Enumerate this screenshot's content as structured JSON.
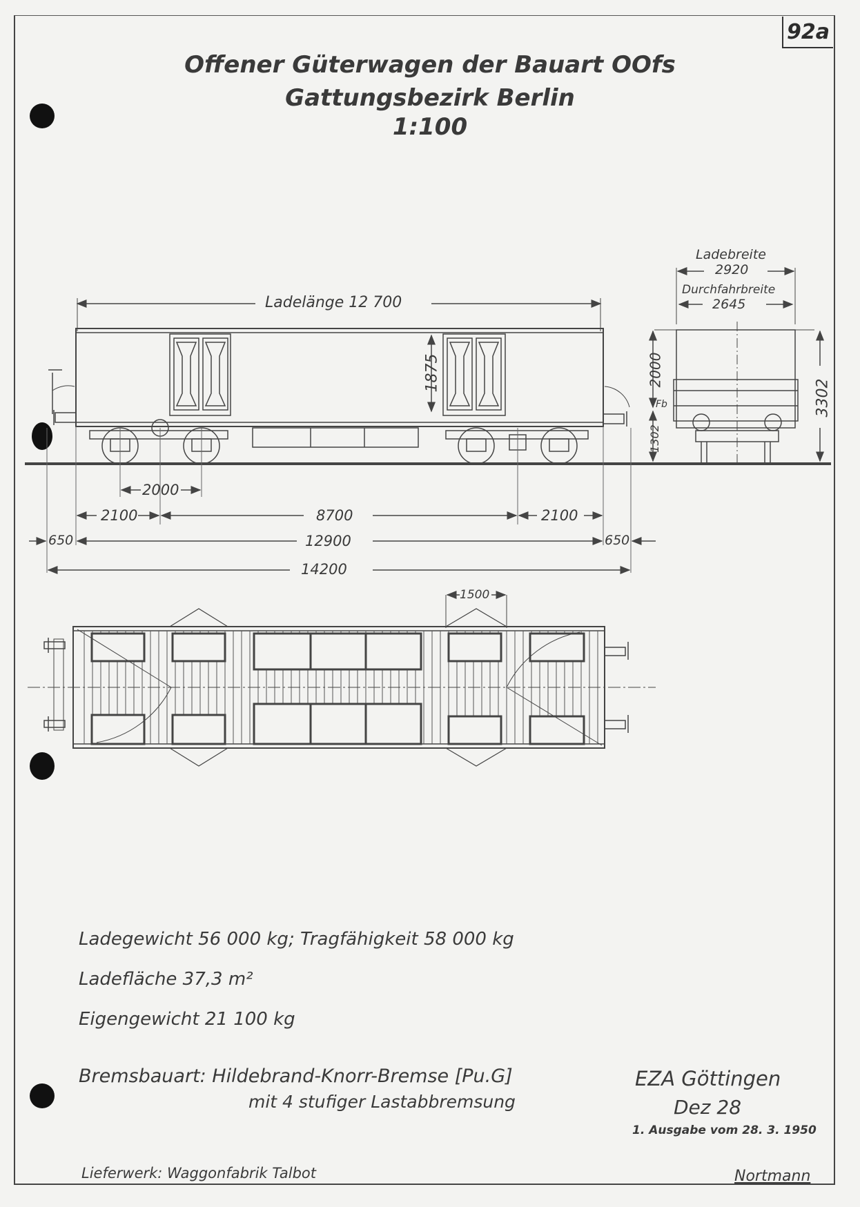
{
  "sheet": {
    "number": "92a",
    "title_line1": "Offener Güterwagen der Bauart OOfs",
    "title_line2": "Gattungsbezirk Berlin",
    "scale": "1:100"
  },
  "side_view": {
    "ladelaenge_label": "Ladelänge 12 700",
    "door_height": "1875",
    "dimensions": {
      "axle_spacing": "2000",
      "overhang_left": "2100",
      "bogie_centers": "8700",
      "overhang_right": "2100",
      "buffer_left": "650",
      "length_over_frame": "12900",
      "buffer_right": "650",
      "length_over_buffers": "14200"
    }
  },
  "end_view": {
    "ladebreite_label": "Ladebreite",
    "ladebreite_value": "2920",
    "durchfahrbreite_label": "Durchfahrbreite",
    "durchfahrbreite_value": "2645",
    "wall_height": "2000",
    "floor_height": "1302",
    "floor_label": "Fb",
    "total_height": "3302"
  },
  "top_view": {
    "door_width": "1500"
  },
  "specs": {
    "line1": "Ladegewicht 56 000 kg; Tragfähigkeit 58 000 kg",
    "line2": "Ladefläche 37,3 m²",
    "line3": "Eigengewicht 21 100 kg"
  },
  "brake": {
    "line1": "Bremsbauart: Hildebrand-Knorr-Bremse [Pu.G]",
    "line2": "mit 4 stufiger Lastabbremsung"
  },
  "office": {
    "name": "EZA Göttingen",
    "dept": "Dez 28",
    "edition": "1. Ausgabe vom 28. 3. 1950"
  },
  "footer": {
    "manufacturer": "Lieferwerk: Waggonfabrik Talbot",
    "signature": "Nortmann"
  }
}
